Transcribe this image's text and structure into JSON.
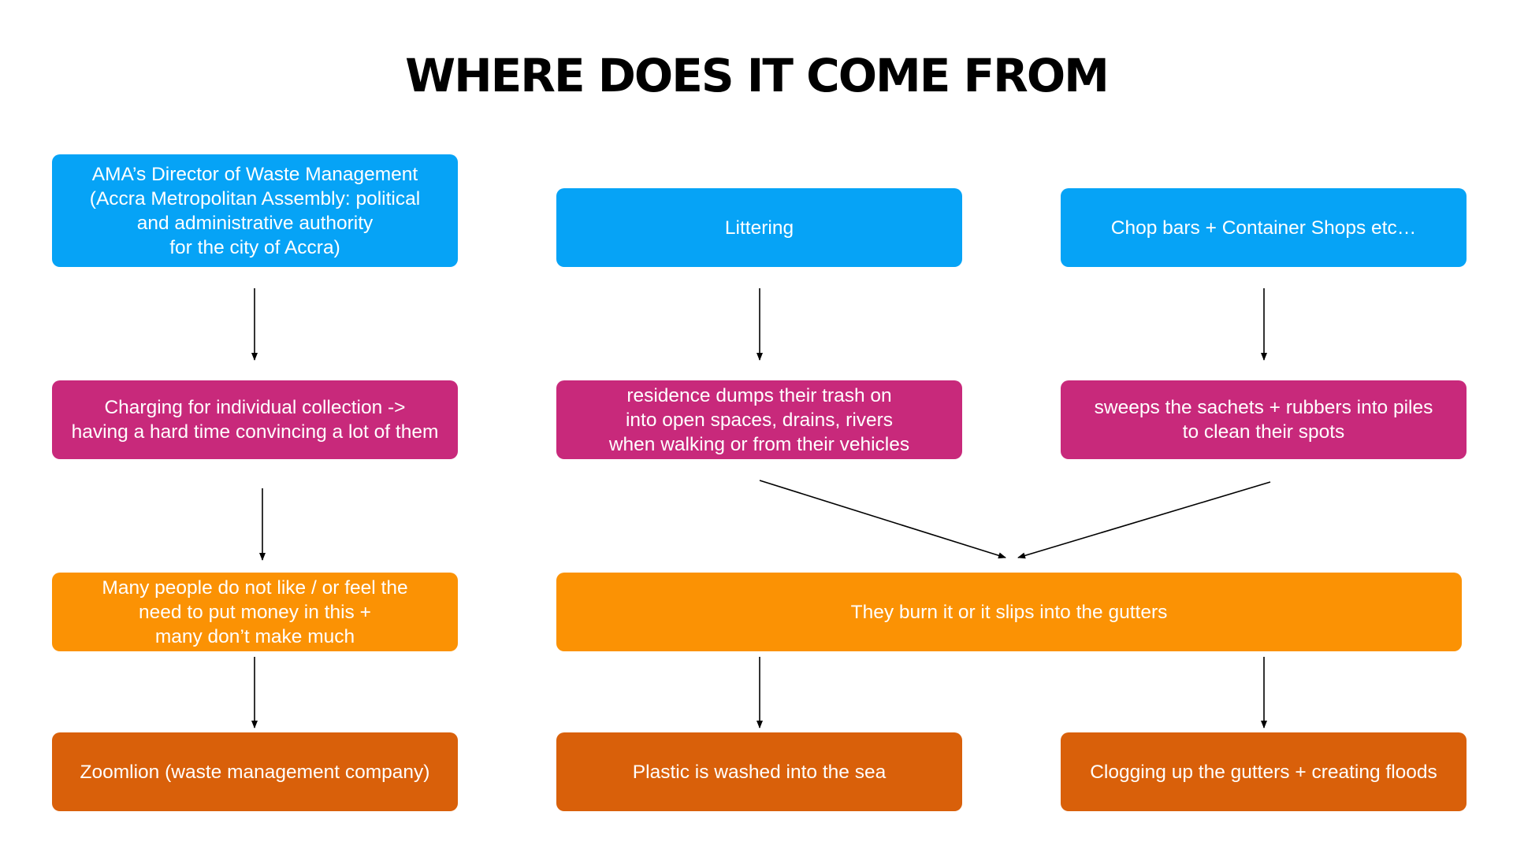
{
  "title": "WHERE DOES IT COME FROM",
  "colors": {
    "blue": "#06A3F6",
    "magenta": "#C8297B",
    "orange": "#FB9204",
    "dark_orange": "#D9600A",
    "arrow": "#000000"
  },
  "nodes": {
    "ama_director": "AMA’s Director of Waste Management\n(Accra Metropolitan Assembly: political\nand administrative authority\nfor the city of Accra)",
    "littering": "Littering",
    "chop_bars": "Chop bars + Container Shops etc…",
    "charging": "Charging for individual collection ->\nhaving a hard time convincing a lot of them",
    "residence_dumps": "residence dumps their trash on\ninto open spaces, drains, rivers\nwhen walking or from their vehicles",
    "sweeps": "sweeps the sachets + rubbers into piles\nto clean their spots",
    "many_people": "Many people do not like / or feel the\nneed to put money in this +\nmany don’t make much",
    "burn_gutters": "They burn it or it slips into the gutters",
    "zoomlion": "Zoomlion (waste management company)",
    "plastic_sea": "Plastic is washed into the sea",
    "clogging": "Clogging up the gutters + creating floods"
  }
}
